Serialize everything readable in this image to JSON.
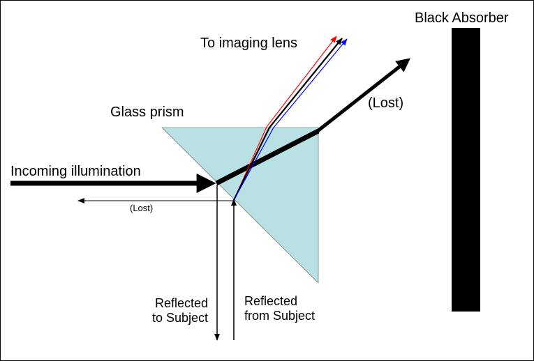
{
  "labels": {
    "black_absorber": "Black Absorber",
    "to_imaging_lens": "To imaging lens",
    "glass_prism": "Glass prism",
    "lost_top": "(Lost)",
    "incoming_illumination": "Incoming illumination",
    "lost_small": "(Lost)",
    "reflected_to_subject": "Reflected\nto Subject",
    "reflected_from_subject": "Reflected\nfrom Subject"
  },
  "colors": {
    "prism_fill": "#b9e0e2",
    "ray_main": "#000000",
    "ray_red": "#ff0000",
    "ray_blue": "#0000ff",
    "absorber": "#000000"
  }
}
